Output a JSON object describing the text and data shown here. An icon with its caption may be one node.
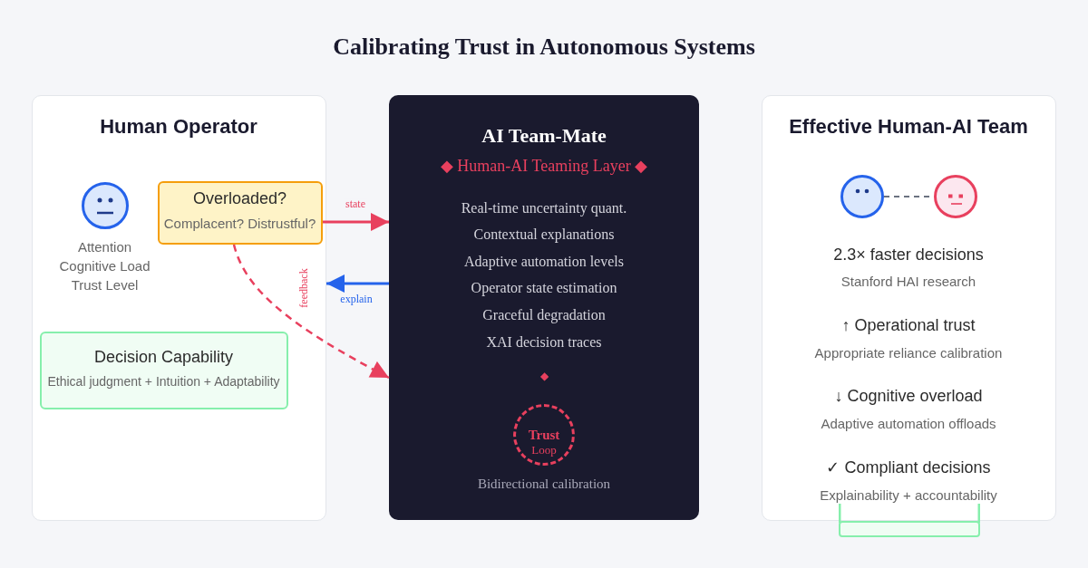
{
  "diagram": {
    "title": "Calibrating Trust in Autonomous Systems",
    "nodes": [
      {
        "text": [
          "Human Operator"
        ]
      },
      {
        "text": [],
        "shape": "circle",
        "in": 0,
        "beside": [
          "Attention",
          "Cognitive Load",
          "Trust Level"
        ]
      },
      {
        "text": [
          "Overloaded?",
          "Complacent? Distrustful?"
        ],
        "in": 0
      },
      {
        "text": [
          "Decision Capability",
          "Ethical judgment + Intuition + Adaptability"
        ],
        "in": 0
      },
      {
        "text": [
          "AI Team-Mate",
          "◆ Human-AI Teaming Layer ◆",
          "Real-time uncertainty quant.",
          "Contextual explanations",
          "Adaptive automation levels",
          "Operator state estimation",
          "Graceful degradation",
          "XAI decision traces",
          "◆"
        ]
      },
      {
        "text": [
          "Trust",
          "Loop"
        ],
        "in": 4,
        "beside": [
          "Bidirectional calibration"
        ]
      },
      {
        "text": [
          "Effective Human-AI Team",
          "2.3× faster decisions",
          "Stanford HAI research",
          "↑ Operational trust",
          "Appropriate reliance calibration",
          "↓ Cognitive overload",
          "Adaptive automation offloads",
          "✓ Compliant decisions",
          "Explainability + accountability"
        ]
      },
      {
        "text": [],
        "shape": "circle",
        "in": 6
      },
      {
        "text": [],
        "shape": "circle",
        "in": 6
      },
      {
        "text": [],
        "shape": "box"
      }
    ],
    "edges": [
      {
        "from": 2,
        "to": 4,
        "arrow": "to",
        "label": "state",
        "color": "#e8405e"
      },
      {
        "from": 4,
        "to": 0,
        "arrow": "to",
        "label": "explain",
        "color": "#2563eb"
      },
      {
        "from": 2,
        "to": 4,
        "arrow": "to",
        "label": "feedback",
        "style": "dashed",
        "color": "#e8405e"
      },
      {
        "from": 7,
        "to": 8,
        "arrow": "none",
        "style": "dashed",
        "color": "#6b7280"
      }
    ]
  }
}
